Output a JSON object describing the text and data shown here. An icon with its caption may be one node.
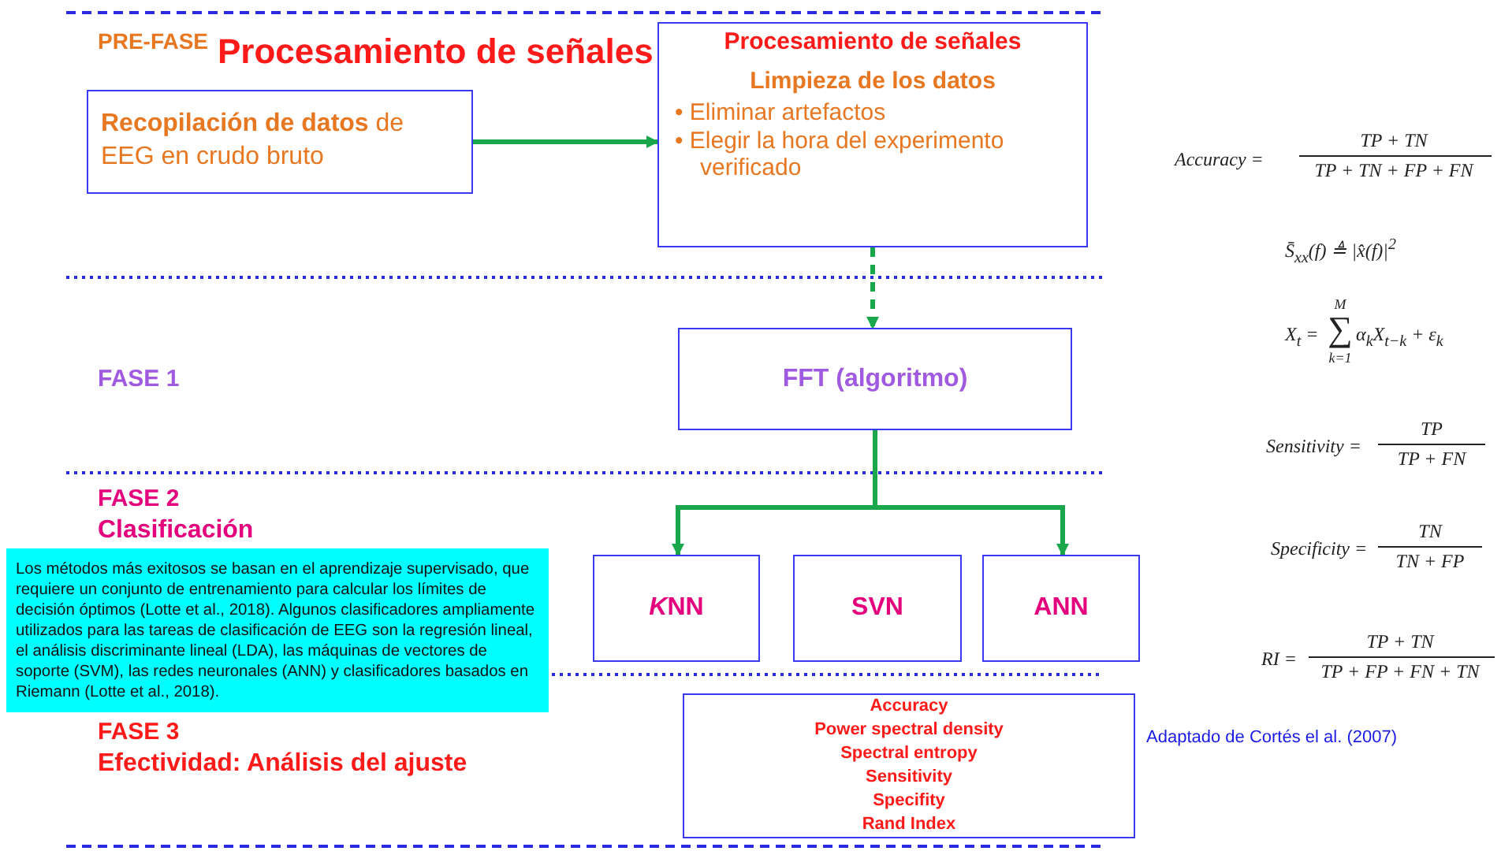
{
  "diagram": {
    "title": "Procesamiento de señales",
    "nodes": [
      {
        "text": [
          "**Recopilación de datos** de EEG en crudo bruto"
        ]
      },
      {
        "text": [
          "Procesamiento de señales",
          "Limpieza de los datos",
          "• Eliminar artefactos",
          "• Elegir la hora del experimento verificado"
        ]
      },
      {
        "text": [
          "FFT (algoritmo)"
        ]
      },
      {
        "text": [
          "KNN"
        ]
      },
      {
        "text": [
          "SVN"
        ]
      },
      {
        "text": [
          "ANN"
        ]
      },
      {
        "text": [
          "Accuracy",
          "Power spectral density",
          "Spectral entropy",
          "Sensitivity",
          "Specifity",
          "Rand Index"
        ]
      },
      {
        "text": [
          "Los métodos más exitosos se basan en el aprendizaje supervisado, que requiere un conjunto de entrenamiento para calcular los límites de decisión óptimos (Lotte et al., 2018). Algunos clasificadores ampliamente utilizados para las tareas de clasificación de EEG son la regresión lineal, el análisis discriminante lineal (LDA), las máquinas de vectores de soporte (SVM), las redes neuronales (ANN) y clasificadores basados en Riemann (Lotte et al., 2018)."
        ]
      }
    ],
    "edges": [
      {
        "from": 0,
        "to": 1,
        "arrow": "to"
      },
      {
        "from": 1,
        "to": 2,
        "arrow": "to",
        "style": "dashed"
      },
      {
        "from": 2,
        "to": 3,
        "arrow": "to"
      },
      {
        "from": 2,
        "to": 5,
        "arrow": "to"
      }
    ],
    "labels": [
      "PRE-FASE",
      "FASE 1",
      "FASE 2",
      "Clasificación",
      "FASE 3",
      "Efectividad: Análisis del ajuste",
      "Adaptado de Cortés el al. (2007)",
      "Accuracy =",
      "TP + TN",
      "TP + TN + FP + FN",
      "S̄$_{xx}$(f) ≜ |x̂(f)|$^{2}$",
      "X$_{t}$ =",
      "M",
      "∑",
      "k=1",
      "α$_{k}$X$_{t−k}$ + ε$_{k}$",
      "Sensitivity =",
      "TP",
      "TP + FN",
      "Specificity =",
      "TN",
      "TN + FP",
      "RI =",
      "TP + TN",
      "TP + FP + FN + TN"
    ]
  }
}
